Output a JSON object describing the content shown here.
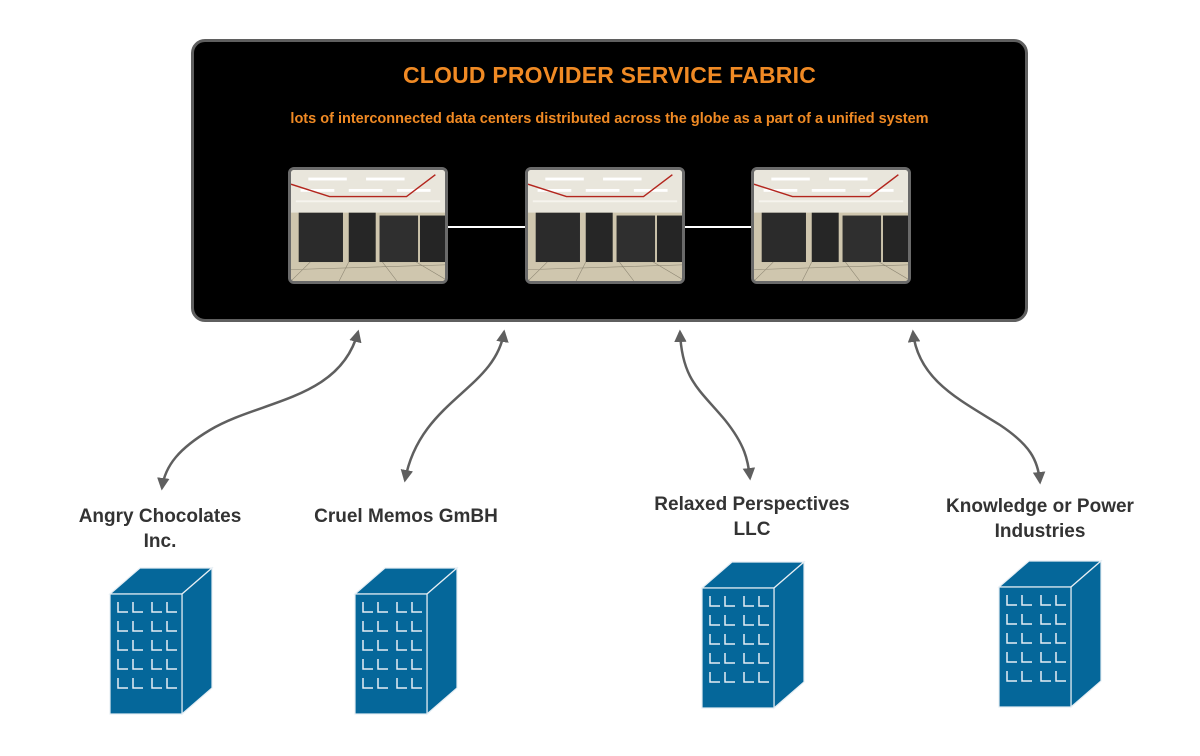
{
  "fabric": {
    "title": "CLOUD PROVIDER SERVICE FABRIC",
    "subtitle": "lots of interconnected data centers distributed across the globe as a part of a unified system",
    "title_color": "#f08a24",
    "background_color": "#000000",
    "border_color": "#5f5f5f",
    "data_centers": [
      {
        "name": "data-center-1",
        "icon": "server-room-photo"
      },
      {
        "name": "data-center-2",
        "icon": "server-room-photo"
      },
      {
        "name": "data-center-3",
        "icon": "server-room-photo"
      }
    ],
    "interconnects": [
      {
        "from": "data-center-1",
        "to": "data-center-2"
      },
      {
        "from": "data-center-2",
        "to": "data-center-3"
      }
    ]
  },
  "customers": [
    {
      "name": "Angry Chocolates Inc.",
      "line1": "Angry Chocolates",
      "line2": "Inc.",
      "icon": "office-building-icon"
    },
    {
      "name": "Cruel Memos GmBH",
      "line1": "Cruel Memos GmBH",
      "line2": "",
      "icon": "office-building-icon"
    },
    {
      "name": "Relaxed Perspectives LLC",
      "line1": "Relaxed Perspectives",
      "line2": "LLC",
      "icon": "office-building-icon"
    },
    {
      "name": "Knowledge or Power Industries",
      "line1": "Knowledge or Power",
      "line2": "Industries",
      "icon": "office-building-icon"
    }
  ],
  "connections": [
    {
      "customer": "Angry Chocolates Inc.",
      "target": "fabric",
      "direction": "bidirectional"
    },
    {
      "customer": "Cruel Memos GmBH",
      "target": "fabric",
      "direction": "bidirectional"
    },
    {
      "customer": "Relaxed Perspectives LLC",
      "target": "fabric",
      "direction": "bidirectional"
    },
    {
      "customer": "Knowledge or Power Industries",
      "target": "fabric",
      "direction": "bidirectional"
    }
  ],
  "colors": {
    "building_fill": "#05679a",
    "building_lines": "#e6eef4",
    "label_text": "#333333",
    "arrow": "#5f5f5f"
  }
}
